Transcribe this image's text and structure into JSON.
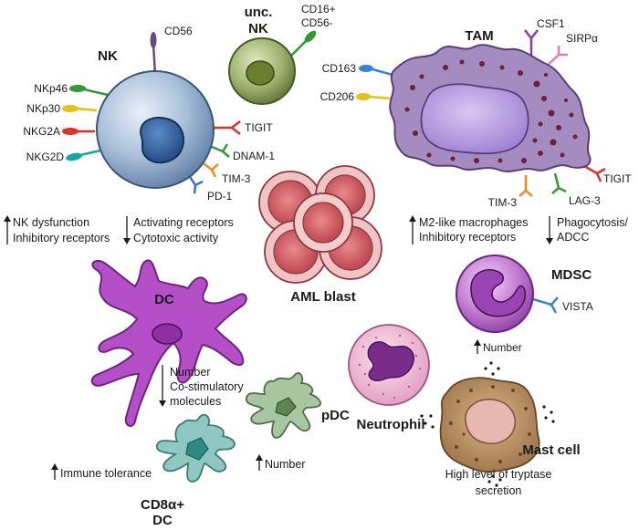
{
  "cells": {
    "nk": {
      "title": "NK",
      "receptors": {
        "cd56": "CD56",
        "nkp46": "NKp46",
        "nkp30": "NKp30",
        "nkg2a": "NKG2A",
        "nkg2d": "NKG2D",
        "tigit": "TIGIT",
        "dnam1": "DNAM-1",
        "tim3": "TIM-3",
        "pd1": "PD-1"
      },
      "up_effects": [
        "NK dysfunction",
        "Inhibitory receptors"
      ],
      "down_effects": [
        "Activating receptors",
        "Cytotoxic activity"
      ]
    },
    "unc_nk": {
      "title_lines": [
        "unc.",
        "NK"
      ],
      "marker_lines": [
        "CD16+",
        "CD56-"
      ]
    },
    "tam": {
      "title": "TAM",
      "receptors": {
        "csf1": "CSF1",
        "sirpa": "SIRPα",
        "cd163": "CD163",
        "cd206": "CD206",
        "tigit": "TIGIT",
        "tim3": "TIM-3",
        "lag3": "LAG-3"
      },
      "up_effects": [
        "M2-like macrophages",
        "Inhibitory receptors"
      ],
      "down_effects": [
        "Phagocytosis/",
        "ADCC"
      ]
    },
    "aml": {
      "title": "AML blast"
    },
    "dc": {
      "title": "DC",
      "down_effects": [
        "Number",
        "Co-stimulatory",
        "molecules"
      ]
    },
    "cd8_dc": {
      "title_lines": [
        "CD8α+",
        "DC"
      ],
      "up_effect": "Immune tolerance"
    },
    "pdc": {
      "title": "pDC",
      "up_effect": "Number"
    },
    "mdsc": {
      "title": "MDSC",
      "receptor": "VISTA",
      "up_effect": "Number"
    },
    "neutrophil": {
      "title": "Neutrophil"
    },
    "mast": {
      "title": "Mast cell",
      "note_lines": [
        "High level of tryptase",
        "secretion"
      ]
    }
  },
  "colors": {
    "nk_body": "#a9bfd9",
    "nk_nucleus": "#2f5f9a",
    "unc_nk_body": "#9db06c",
    "tam_body": "#a58cc0",
    "tam_nucleus": "#b99de0",
    "aml_body": "#e4a9a9",
    "aml_nucleus": "#cc5a5f",
    "dc_body": "#b54fc7",
    "pdc_body": "#a9c6a2",
    "cd8dc_body": "#8fc7c2",
    "mdsc_body": "#c07ad1",
    "neutrophil_body": "#e9a7c9",
    "neutrophil_nucleus": "#7a2c8a",
    "mast_body": "#b58b60",
    "mast_nucleus": "#e6b8b0"
  },
  "icons": [
    "up-arrow-icon",
    "down-arrow-icon",
    "receptor-icon",
    "granule-dots-icon"
  ]
}
